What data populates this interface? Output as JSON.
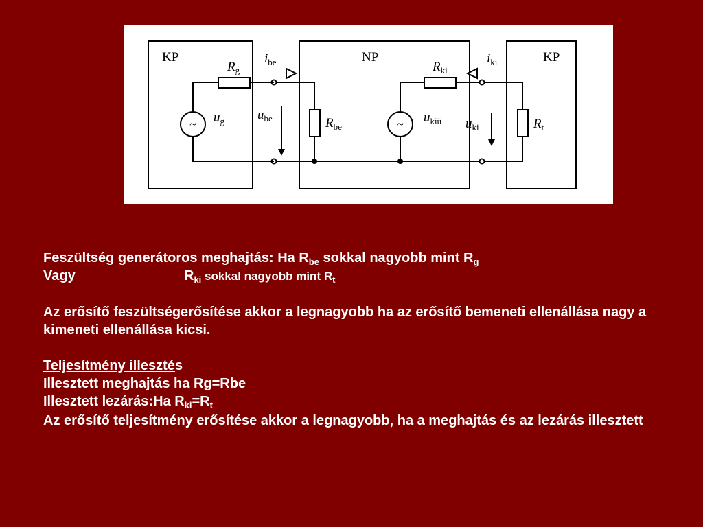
{
  "diagram": {
    "kp_left": "KP",
    "np": "NP",
    "kp_right": "KP",
    "rg_main": "R",
    "rg_sub": "g",
    "ibe_main": "i",
    "ibe_sub": "be",
    "rki_main": "R",
    "rki_sub": "ki",
    "iki_main": "i",
    "iki_sub": "ki",
    "gen_symbol": "~",
    "ug_main": "u",
    "ug_sub": "g",
    "ube_main": "u",
    "ube_sub": "be",
    "rbe_main": "R",
    "rbe_sub": "be",
    "ukiu_main": "u",
    "ukiu_sub": "kiü",
    "uki_main": "u",
    "uki_sub": "ki",
    "rt_main": "R",
    "rt_sub": "t"
  },
  "text": {
    "line1": {
      "a": "Feszültség generátoros meghajtás: Ha R",
      "a_sub": "be",
      "b": " sokkal nagyobb mint R",
      "b_sub": "g"
    },
    "line2": {
      "vagy": "Vagy",
      "r": "R",
      "r_sub": "ki",
      "rest": " sokkal nagyobb mint R",
      "rest_sub": "t"
    },
    "para1": "Az erősítő feszültségerősítése akkor a legnagyobb ha az erősítő bemeneti ellenállása nagy a kimeneti ellenállása kicsi.",
    "heading_u": "Teljesítmény illeszté",
    "heading_rest": "s",
    "line_a": "Illesztett meghajtás ha Rg=Rbe",
    "line_b": {
      "a": "Illesztett lezárás:Ha R",
      "a_sub": "ki",
      "b": "=R",
      "b_sub": "t"
    },
    "para2": "Az erősítő teljesítmény erősítése akkor a legnagyobb, ha a meghajtás és az lezárás illesztett"
  }
}
